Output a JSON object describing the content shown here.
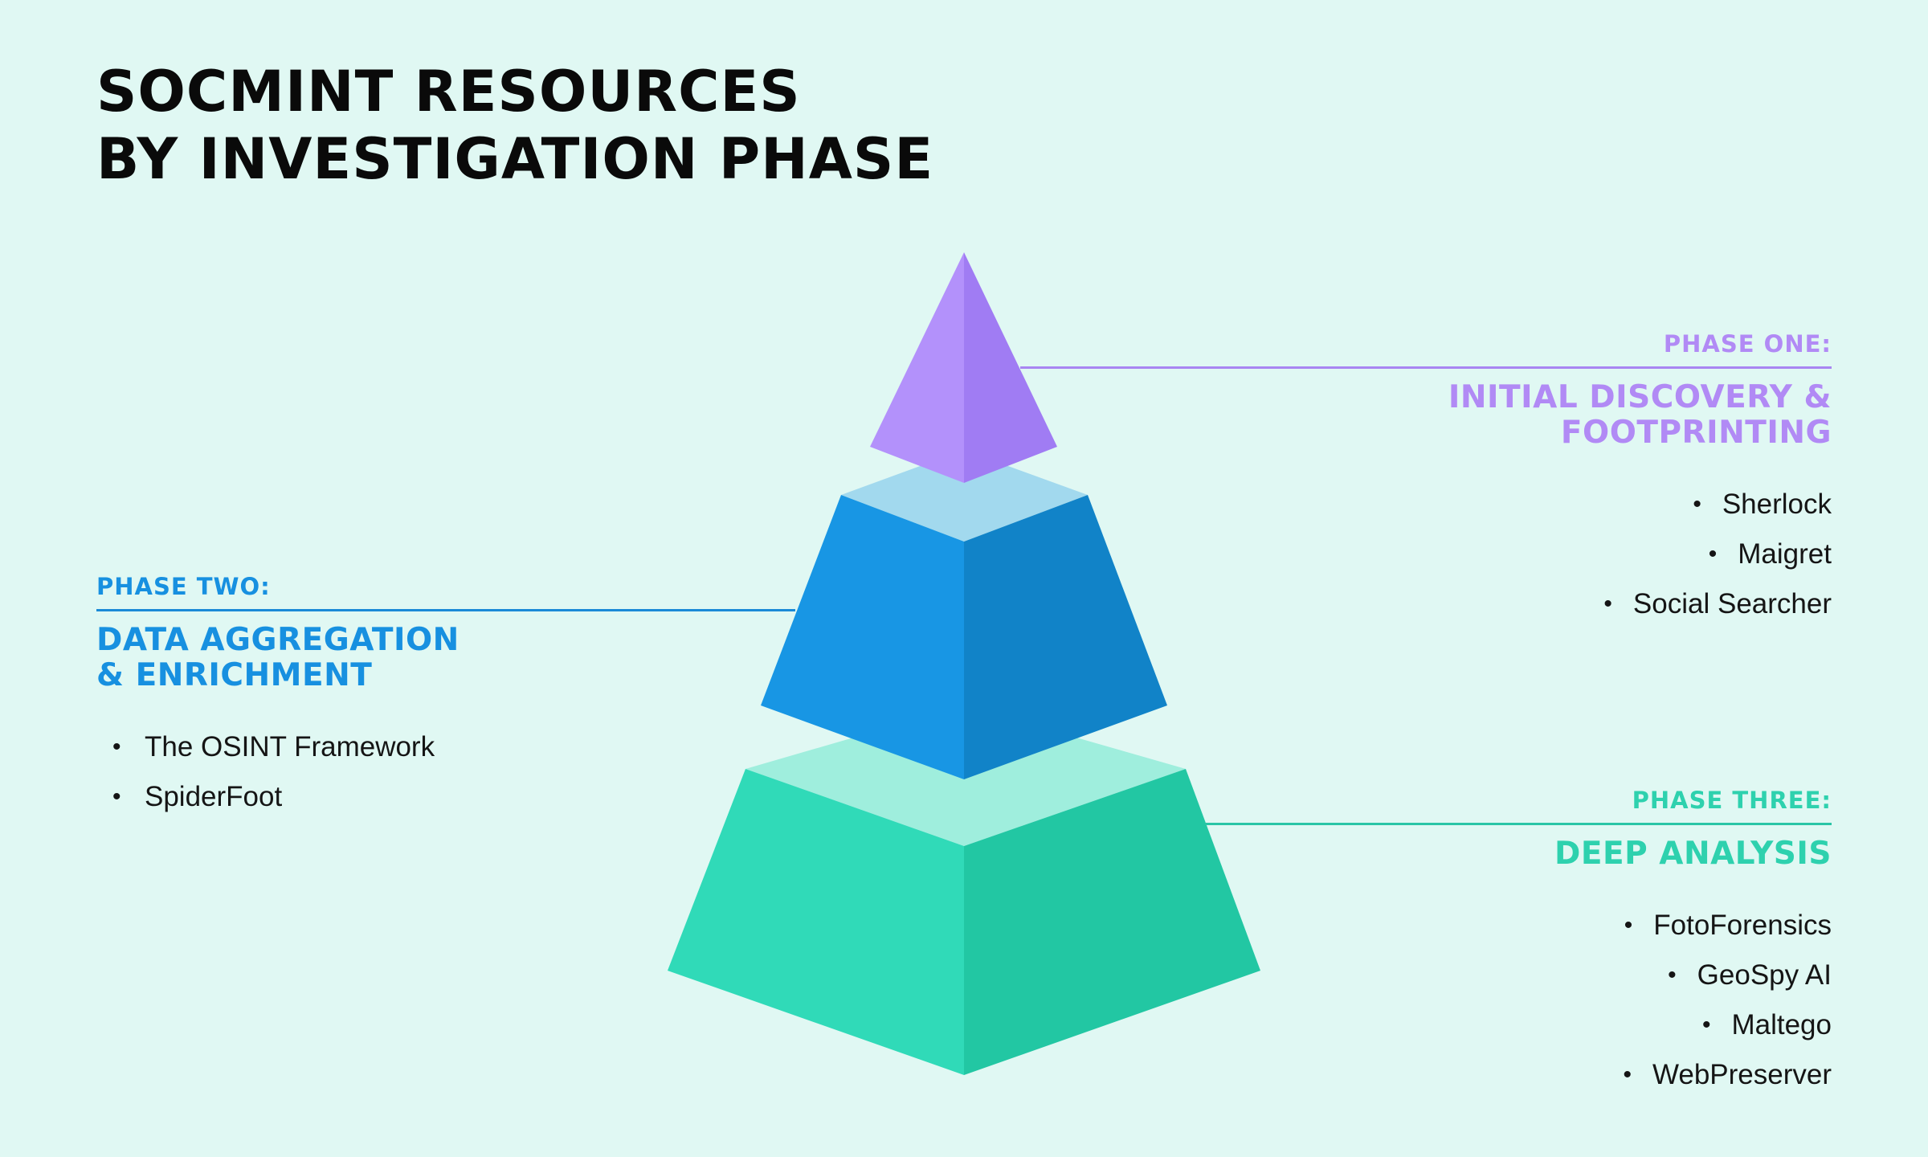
{
  "title": {
    "line1": "SOCMINT RESOURCES",
    "line2": "BY INVESTIGATION PHASE"
  },
  "colors": {
    "background": "#e0f8f3",
    "phase_one": "#b18af5",
    "phase_two": "#1790e0",
    "phase_three": "#2ed1ae"
  },
  "phases": {
    "one": {
      "label": "PHASE ONE:",
      "heading_line1": "INITIAL DISCOVERY &",
      "heading_line2": "FOOTPRINTING",
      "tools": [
        "Sherlock",
        "Maigret",
        "Social Searcher"
      ]
    },
    "two": {
      "label": "PHASE TWO:",
      "heading_line1": "DATA AGGREGATION",
      "heading_line2": "& ENRICHMENT",
      "tools": [
        "The OSINT Framework",
        "SpiderFoot"
      ]
    },
    "three": {
      "label": "PHASE THREE:",
      "heading_line1": "DEEP ANALYSIS",
      "tools": [
        "FotoForensics",
        "GeoSpy AI",
        "Maltego",
        "WebPreserver"
      ]
    }
  }
}
